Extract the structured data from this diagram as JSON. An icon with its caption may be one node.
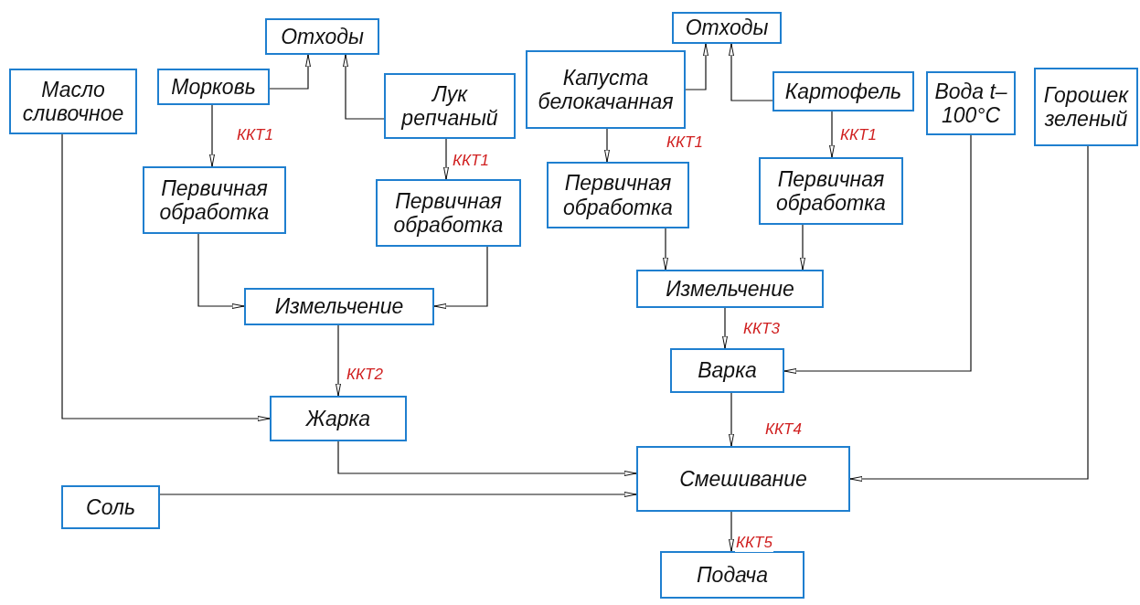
{
  "diagram": {
    "nodes": [
      {
        "text": [
          "Отходы"
        ]
      },
      {
        "text": [
          "Масло сливочное"
        ]
      },
      {
        "text": [
          "Морковь"
        ]
      },
      {
        "text": [
          "Лук репчаный"
        ]
      },
      {
        "text": [
          "Первичная обработка"
        ]
      },
      {
        "text": [
          "Первичная обработка"
        ]
      },
      {
        "text": [
          "Измельчение"
        ]
      },
      {
        "text": [
          "Жарка"
        ]
      },
      {
        "text": [
          "Соль"
        ]
      },
      {
        "text": [
          "Отходы"
        ]
      },
      {
        "text": [
          "Капуста белокачанная"
        ]
      },
      {
        "text": [
          "Картофель"
        ]
      },
      {
        "text": [
          "Первичная обработка"
        ]
      },
      {
        "text": [
          "Первичная обработка"
        ]
      },
      {
        "text": [
          "Измельчение"
        ]
      },
      {
        "text": [
          "Вода t–100°C"
        ]
      },
      {
        "text": [
          "Горошек зеленый"
        ]
      },
      {
        "text": [
          "Варка"
        ]
      },
      {
        "text": [
          "Смешивание"
        ]
      },
      {
        "text": [
          "Подача"
        ]
      }
    ],
    "edges": [
      {
        "from": 2,
        "to": 0,
        "arrow": "to"
      },
      {
        "from": 3,
        "to": 0,
        "arrow": "to"
      },
      {
        "from": 2,
        "to": 4,
        "arrow": "to",
        "label": "ККТ1"
      },
      {
        "from": 3,
        "to": 5,
        "arrow": "to",
        "label": "ККТ1"
      },
      {
        "from": 4,
        "to": 6,
        "arrow": "to"
      },
      {
        "from": 5,
        "to": 6,
        "arrow": "to"
      },
      {
        "from": 1,
        "to": 7,
        "arrow": "to"
      },
      {
        "from": 6,
        "to": 7,
        "arrow": "to",
        "label": "ККТ2"
      },
      {
        "from": 7,
        "to": 18,
        "arrow": "to"
      },
      {
        "from": 8,
        "to": 18,
        "arrow": "to"
      },
      {
        "from": 10,
        "to": 9,
        "arrow": "to"
      },
      {
        "from": 11,
        "to": 9,
        "arrow": "to"
      },
      {
        "from": 10,
        "to": 12,
        "arrow": "to",
        "label": "ККТ1"
      },
      {
        "from": 11,
        "to": 13,
        "arrow": "to",
        "label": "ККТ1"
      },
      {
        "from": 12,
        "to": 14,
        "arrow": "to"
      },
      {
        "from": 13,
        "to": 14,
        "arrow": "to"
      },
      {
        "from": 14,
        "to": 17,
        "arrow": "to",
        "label": "ККТ3"
      },
      {
        "from": 15,
        "to": 17,
        "arrow": "to"
      },
      {
        "from": 17,
        "to": 18,
        "arrow": "to",
        "label": "ККТ4"
      },
      {
        "from": 16,
        "to": 18,
        "arrow": "to"
      },
      {
        "from": 18,
        "to": 19,
        "arrow": "to",
        "label": "ККТ5"
      }
    ]
  }
}
